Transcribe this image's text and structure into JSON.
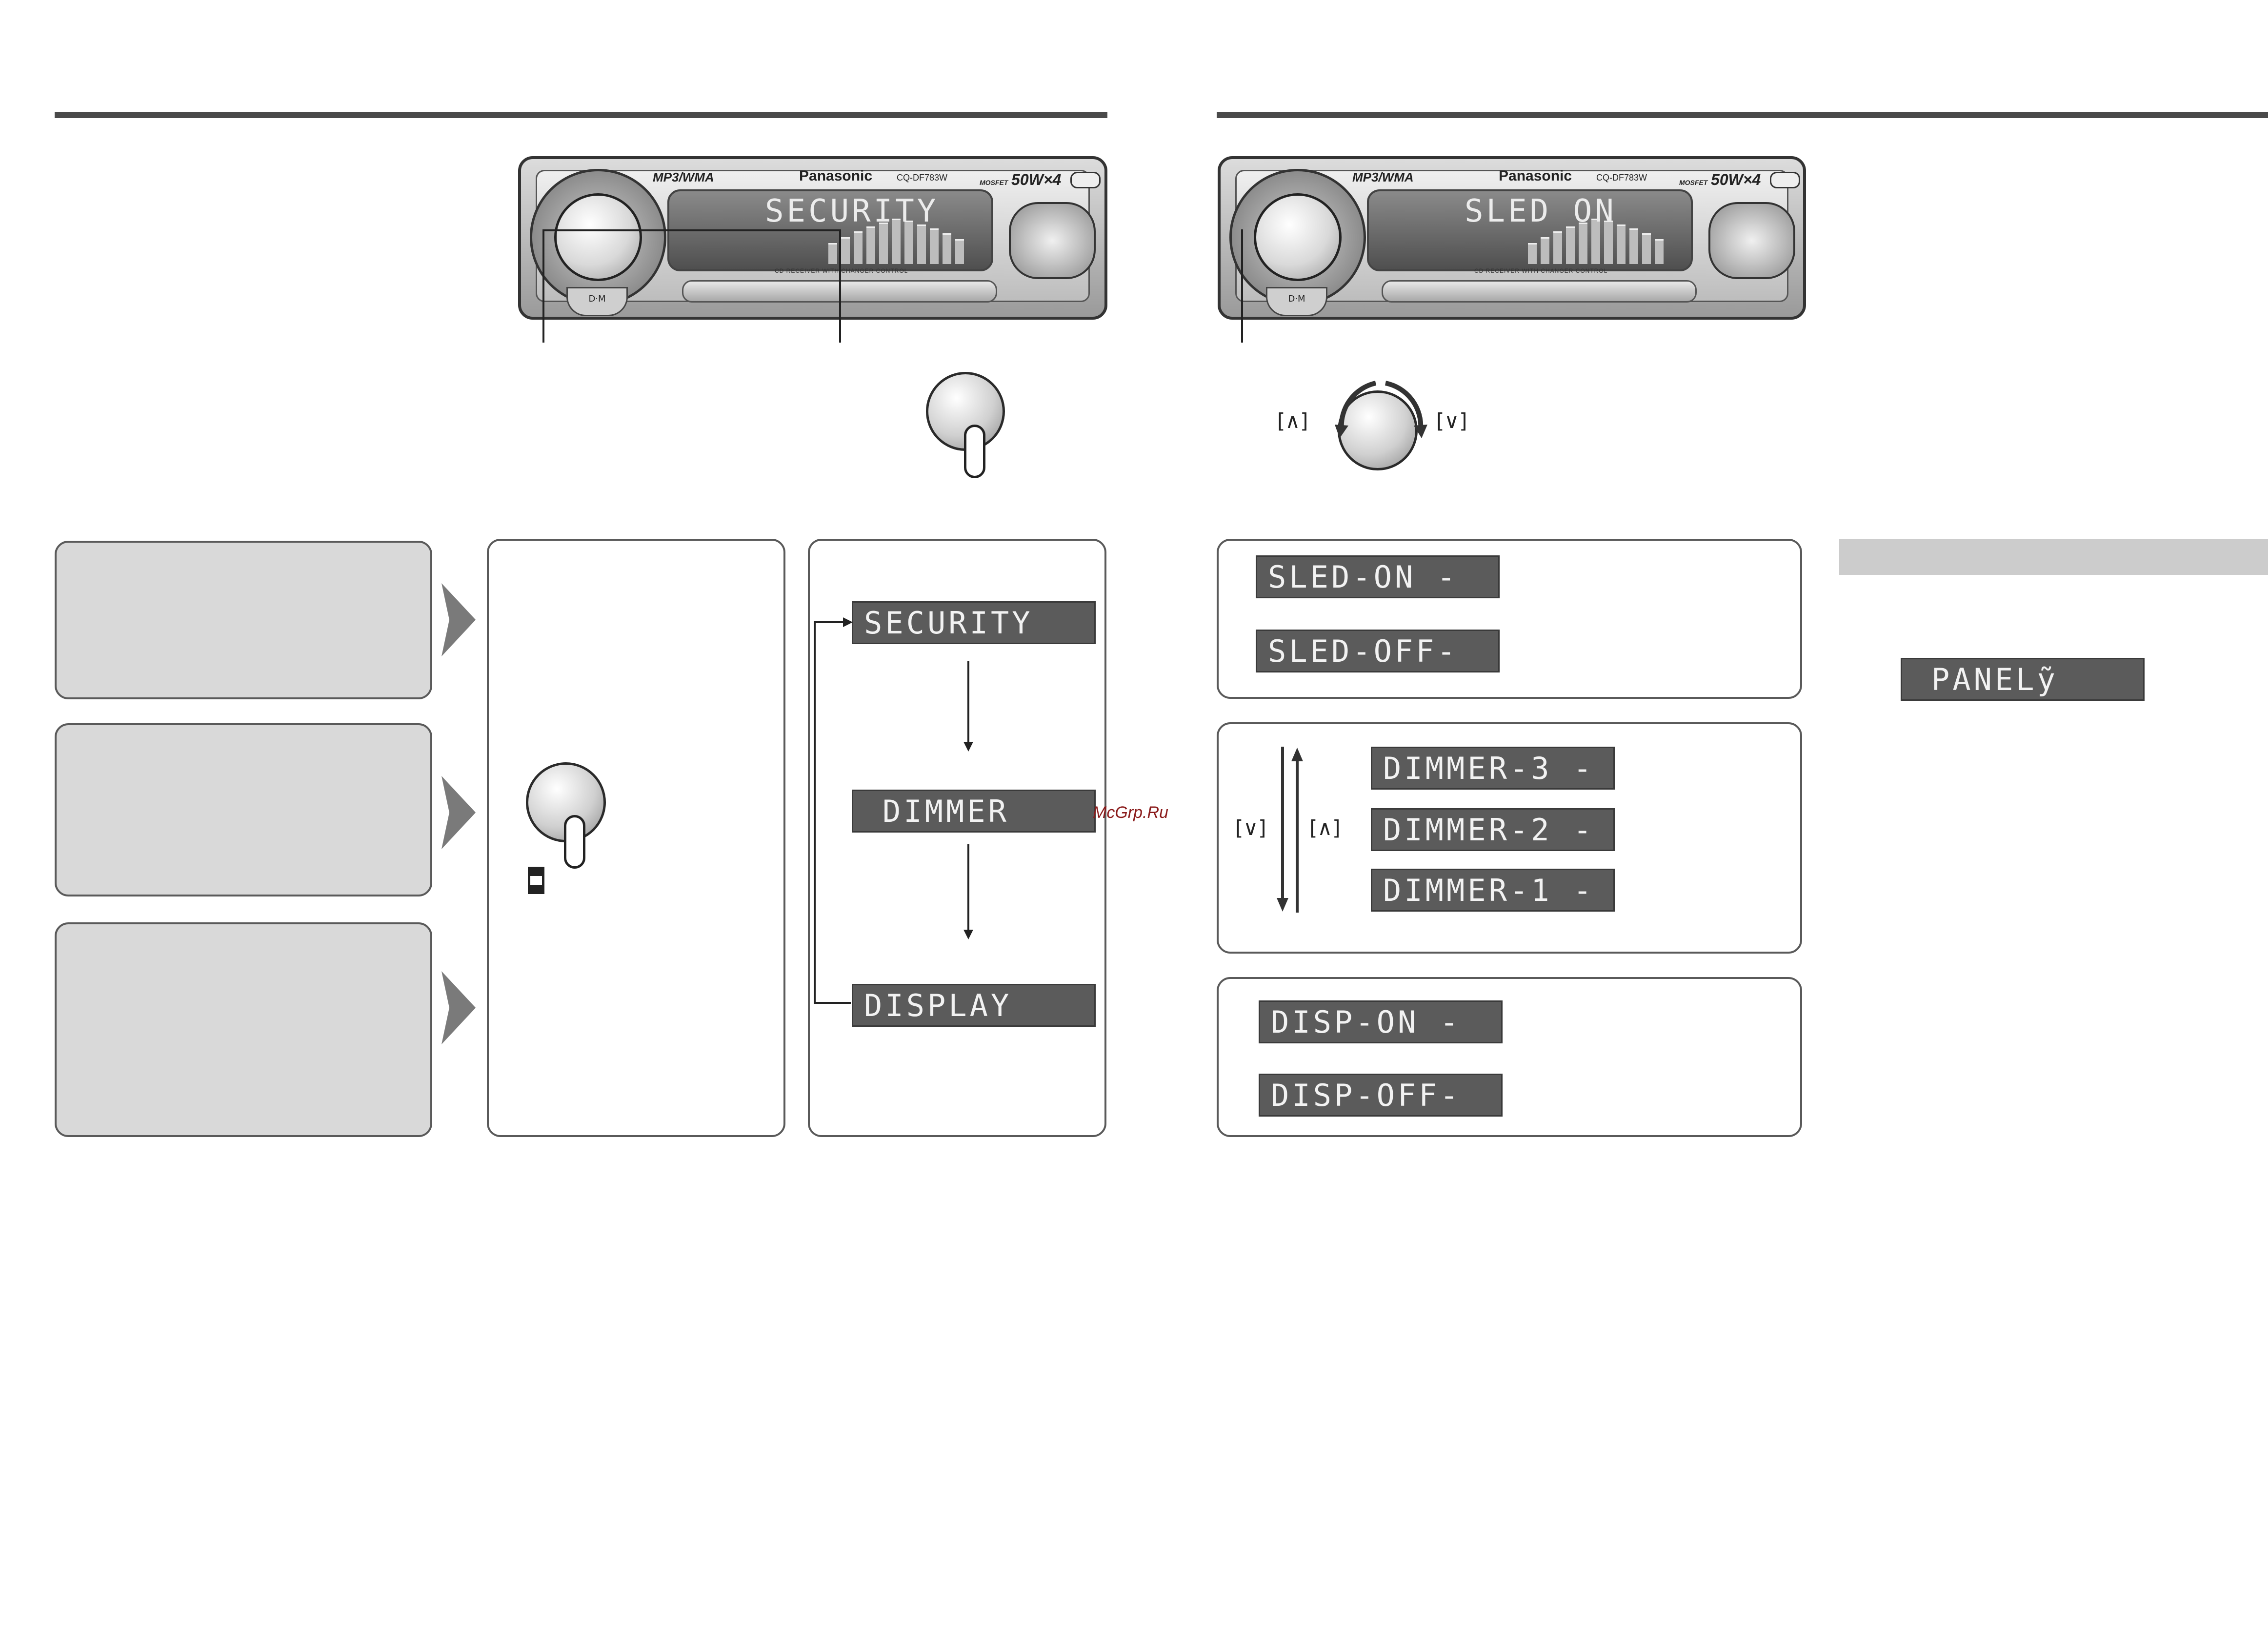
{
  "left_stereo": {
    "display_text": "SECURITY",
    "brand": "Panasonic",
    "model": "CQ-DF783W",
    "format_logo": "MP3/WMA",
    "power_prefix": "MOSFET",
    "power": "50W×4",
    "caption": "CD RECEIVER WITH CHANGER CONTROL",
    "dm_label": "D·M"
  },
  "right_stereo": {
    "display_text": "SLED ON",
    "brand": "Panasonic",
    "model": "CQ-DF783W",
    "format_logo": "MP3/WMA",
    "power_prefix": "MOSFET",
    "power": "50W×4",
    "caption": "CD RECEIVER WITH CHANGER CONTROL",
    "dm_label": "D·M"
  },
  "menu_cycle": [
    "SECURITY",
    "DIMMER",
    "DISPLAY"
  ],
  "sled": {
    "on": "SLED-ON -",
    "off": "SLED-OFF-"
  },
  "dimmer": {
    "down_label": "[∨]",
    "up_label": "[∧]",
    "levels": [
      "DIMMER-3 -",
      "DIMMER-2 -",
      "DIMMER-1 -"
    ]
  },
  "disp": {
    "on": "DISP-ON -",
    "off": "DISP-OFF-"
  },
  "rotate": {
    "left_label": "[∧]",
    "right_label": "[∨]"
  },
  "panel_display": "PANELỹ",
  "watermark": "McGrp.Ru",
  "colors": {
    "lcd": "#5b5b5b",
    "box_gray": "#d9d9d9",
    "rule": "#4a4a4a",
    "side_bar": "#cccccc"
  }
}
